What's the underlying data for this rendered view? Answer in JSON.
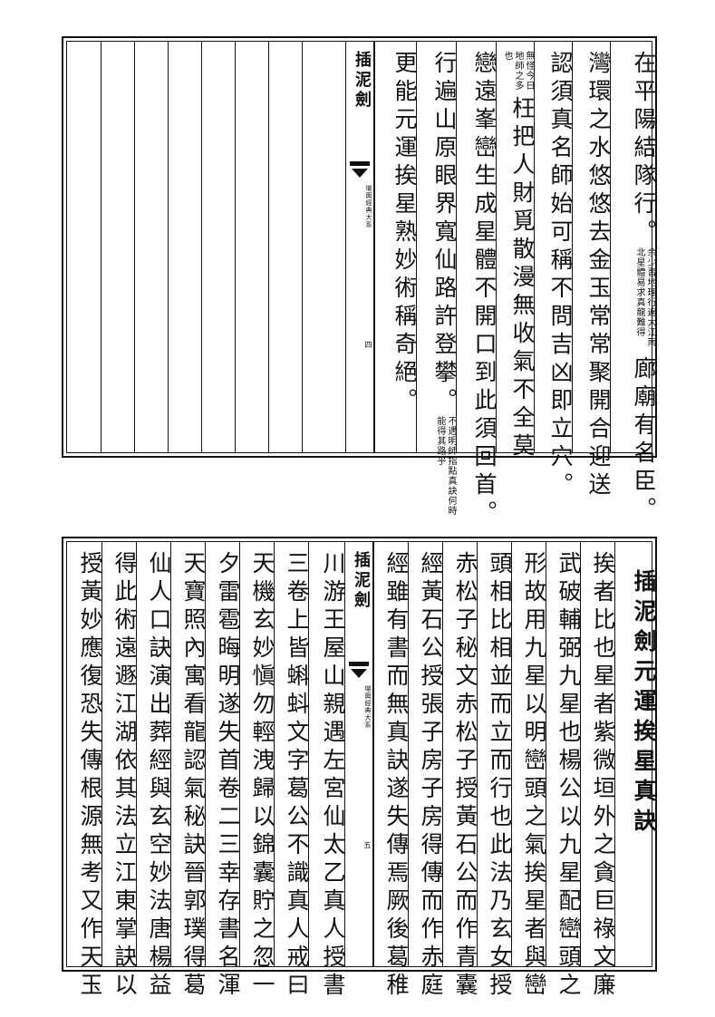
{
  "top_page": {
    "fold": {
      "title": "插泥劍",
      "subtitle": "堪輿經典大系",
      "page_number": "四"
    },
    "columns": [
      {
        "text": "在平陽結隊行。",
        "note": "余少習地理行遍大江南北星體易求真龍難得",
        "text_after": "廊廟有名臣。"
      },
      {
        "text": "灣環之水悠悠去金玉常常聚開合迎送"
      },
      {
        "text": "認須真名師始可稱不問吉凶即立穴。"
      },
      {
        "note": "無怪今日地師之多也",
        "text_after": "枉把人財覓散漫無收氣不全莫"
      },
      {
        "text": "戀遠峯巒生成星體不開口到此須回首。"
      },
      {
        "text": "行遍山原眼界寬仙路許登攀。",
        "note": "不遇明師指點真訣何時能得其路乎"
      },
      {
        "text": "更能元運挨星熟妙術稱奇絕。"
      }
    ]
  },
  "bottom_page": {
    "fold": {
      "title": "插泥劍",
      "subtitle": "堪輿經典大系",
      "page_number": "五"
    },
    "right_columns": [
      {
        "text": "插泥劍元運挨星真訣",
        "is_title": true
      },
      {
        "text": "挨者比也星者紫微垣外之貪巨祿文廉"
      },
      {
        "text": "武破輔弼九星也楊公以九星配巒頭之"
      },
      {
        "text": "形故用九星以明巒頭之氣挨星者與巒"
      },
      {
        "text": "頭相比相並而立而行也此法乃玄女授"
      },
      {
        "text": "赤松子秘文赤松子授黃石公而作青囊"
      },
      {
        "text": "經黃石公授張子房子房得傳而作赤庭"
      },
      {
        "text": "經雖有書而無真訣遂失傳焉厥後葛稚"
      }
    ],
    "left_columns": [
      {
        "text": "川游王屋山親遇左宮仙太乙真人授書"
      },
      {
        "text": "三卷上皆蝌蚪文字葛公不識真人戒曰"
      },
      {
        "text": "天機玄妙愼勿輕洩歸以錦囊貯之忽一"
      },
      {
        "text": "夕雷雹晦明遂失首卷二三幸存書名渾"
      },
      {
        "text": "天寶照內寓看龍認氣秘訣晉郭璞得葛"
      },
      {
        "text": "仙人口訣演出葬經與玄空妙法唐楊益"
      },
      {
        "text": "得此術遠遯江湖依其法立江東掌訣以"
      },
      {
        "text": "授黃妙應復恐失傳根源無考又作天玉"
      }
    ]
  }
}
